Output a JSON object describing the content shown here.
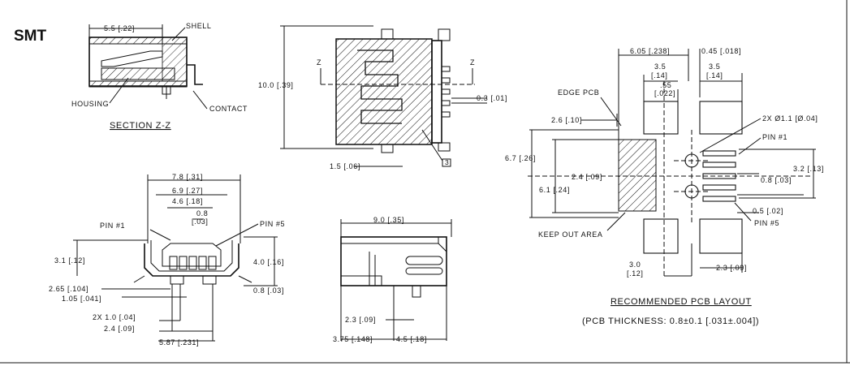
{
  "title": "SMT",
  "section": {
    "shell": "SHELL",
    "housing": "HOUSING",
    "contact": "CONTACT",
    "caption": "SECTION Z-Z",
    "dim_top": "5.5 [.22]"
  },
  "top_view": {
    "z_left": "Z",
    "z_right": "Z",
    "dim_height": "10.0 [.39]",
    "dim_pitch": "0.3 [.01]",
    "dim_bottom": "1.5 [.06]",
    "callout": "3"
  },
  "front_view": {
    "dim_78": "7.8 [.31]",
    "dim_69": "6.9 [.27]",
    "dim_46": "4.6 [.18]",
    "dim_08_top": "0.8",
    "dim_08_top2": "[.03]",
    "pin1": "PIN #1",
    "pin5": "PIN #5",
    "dim_31": "3.1 [.12]",
    "dim_40": "4.0 [.16]",
    "dim_265": "2.65 [.104]",
    "dim_105": "1.05 [.041]",
    "dim_08_right": "0.8 [.03]",
    "dim_2x10": "2X 1.0 [.04]",
    "dim_24": "2.4 [.09]",
    "dim_587": "5.87 [.231]"
  },
  "side_view": {
    "dim_90": "9.0 [.35]",
    "dim_23": "2.3 [.09]",
    "dim_375": "3.75 [.148]",
    "dim_45": "4.5 [.18]"
  },
  "pcb": {
    "dim_605": "6.05 [.238]",
    "dim_045": "0.45 [.018]",
    "dim_35a": "3.5",
    "dim_35a2": "[.14]",
    "dim_35b": "3.5",
    "dim_35b2": "[.14]",
    "dim_55": ".55",
    "dim_55b": "[.022]",
    "edge": "EDGE PCB",
    "dim_26": "2.6 [.10]",
    "hole": "2X Ø1.1 [Ø.04]",
    "pin1": "PIN #1",
    "dim_67": "6.7 [.26]",
    "dim_32": "3.2 [.13]",
    "dim_24": "2.4 [.09]",
    "dim_08": "0.8 [.03]",
    "dim_61": "6.1 [.24]",
    "dim_05": "0.5 [.02]",
    "pin5": "PIN #5",
    "keepout": "KEEP OUT AREA",
    "dim_30": "3.0",
    "dim_30b": "[.12]",
    "dim_23": "2.3 [.09]",
    "heading": "RECOMMENDED PCB LAYOUT",
    "thickness": "(PCB THICKNESS: 0.8±0.1 [.031±.004])"
  }
}
